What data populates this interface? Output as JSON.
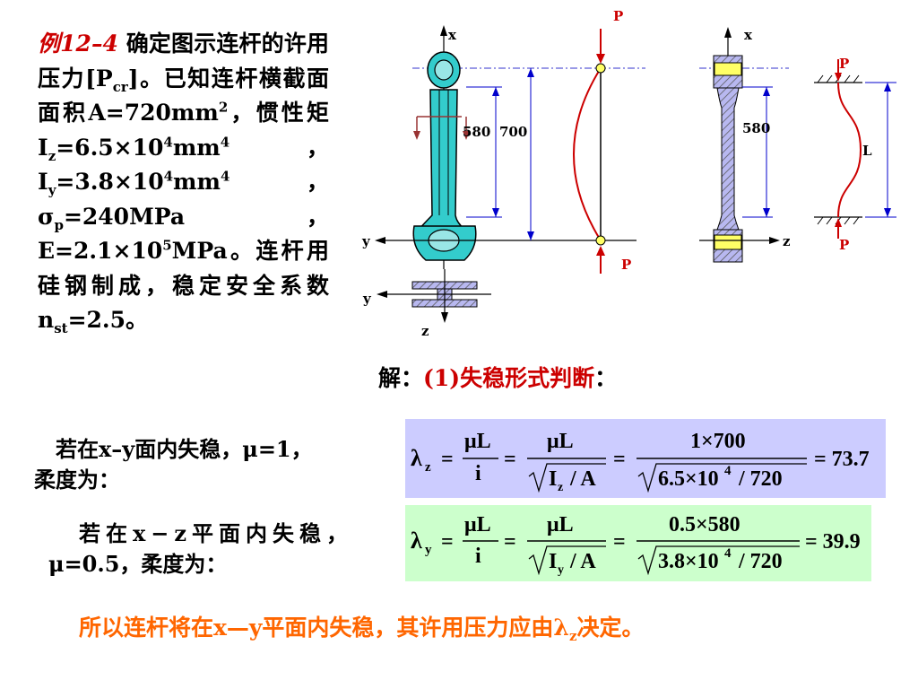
{
  "problem": {
    "label": "例12–4",
    "p1": "确定图示连杆的许用压力[P",
    "p1_sub": "cr",
    "p1_end": "]。已知连杆横截面面积A=720mm",
    "area_sup": "2",
    "p2": "，惯性矩 I",
    "iz_sub": "z",
    "p3": "=6.5×10",
    "exp4a": "4",
    "p4": "mm",
    "exp4b": "4",
    "p5": "，I",
    "iy_sub": "y",
    "p6": "=3.8×10",
    "exp4c": "4",
    "p7": "mm",
    "exp4d": "4",
    "p8": "，σ",
    "sp_sub": "p",
    "p9": "=240MPa，E=2.1×10",
    "exp5": "5",
    "p10": "MPa。连杆用硅钢制成，稳定安全系数n",
    "nst_sub": "st",
    "p11": "=2.5。"
  },
  "solution": {
    "prefix": "解：",
    "step": "(1)失稳形式判断",
    "suffix": "："
  },
  "case_xy": {
    "line1": "若在x–y面内失稳，μ=1，",
    "line2": "柔度为："
  },
  "case_xz": {
    "line1": "若在x−z平面内失稳，",
    "line2": "μ=0.5，柔度为："
  },
  "eq1": {
    "lam": "λ",
    "lam_sub": "z",
    "eq": "=",
    "mu_l": "μL",
    "i": "i",
    "iz": "I",
    "iz_sub": "z",
    "over_a": "/ A",
    "num": "1×700",
    "den_a": "6.5×10",
    "den_exp": "4",
    "den_b": "/ 720",
    "result": "= 73.7"
  },
  "eq2": {
    "lam": "λ",
    "lam_sub": "y",
    "eq": "=",
    "mu_l": "μL",
    "i": "i",
    "iy": "I",
    "iy_sub": "y",
    "over_a": "/ A",
    "num": "0.5×580",
    "den_a": "3.8×10",
    "den_exp": "4",
    "den_b": "/ 720",
    "result": "= 39.9"
  },
  "conclusion": {
    "text": "所以连杆将在x—y平面内失稳，其许用压力应由λ",
    "sub": "z",
    "end": "决定。"
  },
  "figure": {
    "axis_x": "x",
    "axis_y": "y",
    "axis_z": "z",
    "load": "P",
    "dim_580": "580",
    "dim_700": "700",
    "dim_L": "L",
    "colors": {
      "rod": "#33cccc",
      "section": "#9999ff",
      "load": "#cc0000",
      "dim": "#0000cc",
      "pin": "#ffff66"
    }
  }
}
